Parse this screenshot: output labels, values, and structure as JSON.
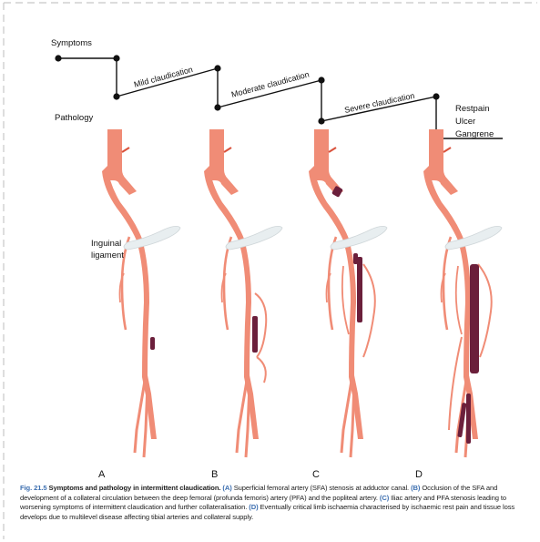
{
  "labels": {
    "symptoms": "Symptoms",
    "pathology": "Pathology",
    "mild": "Mild claudication",
    "moderate": "Moderate claudication",
    "severe": "Severe claudication",
    "restpain": "Restpain",
    "ulcer": "Ulcer",
    "gangrene": "Gangrene",
    "inguinal_1": "Inguinal",
    "inguinal_2": "ligament",
    "panel_a": "A",
    "panel_b": "B",
    "panel_c": "C",
    "panel_d": "D"
  },
  "caption": {
    "fig_num": "Fig. 21.5",
    "title": "Symptoms and pathology in intermittent claudication.",
    "ref_a": "(A)",
    "text_a": "Superficial femoral artery (SFA) stenosis at adductor canal.",
    "ref_b": "(B)",
    "text_b": "Occlusion of the SFA and development of a collateral circulation between the deep femoral (profunda femoris) artery (PFA) and the popliteal artery.",
    "ref_c": "(C)",
    "text_c": "Iliac artery and PFA stenosis leading to worsening symptoms of intermittent claudication and further collateralisation.",
    "ref_d": "(D)",
    "text_d": "Eventually critical limb ischaemia characterised by ischaemic rest pain and tissue loss develops due to multilevel disease affecting tibial arteries and collateral supply."
  },
  "colors": {
    "artery": "#f08c76",
    "artery_edge": "#e27560",
    "lesion": "#6b1f3b",
    "ligament": "#e8eef0",
    "caption_accent": "#3d6fb0",
    "frame": "#c8c8c8"
  }
}
